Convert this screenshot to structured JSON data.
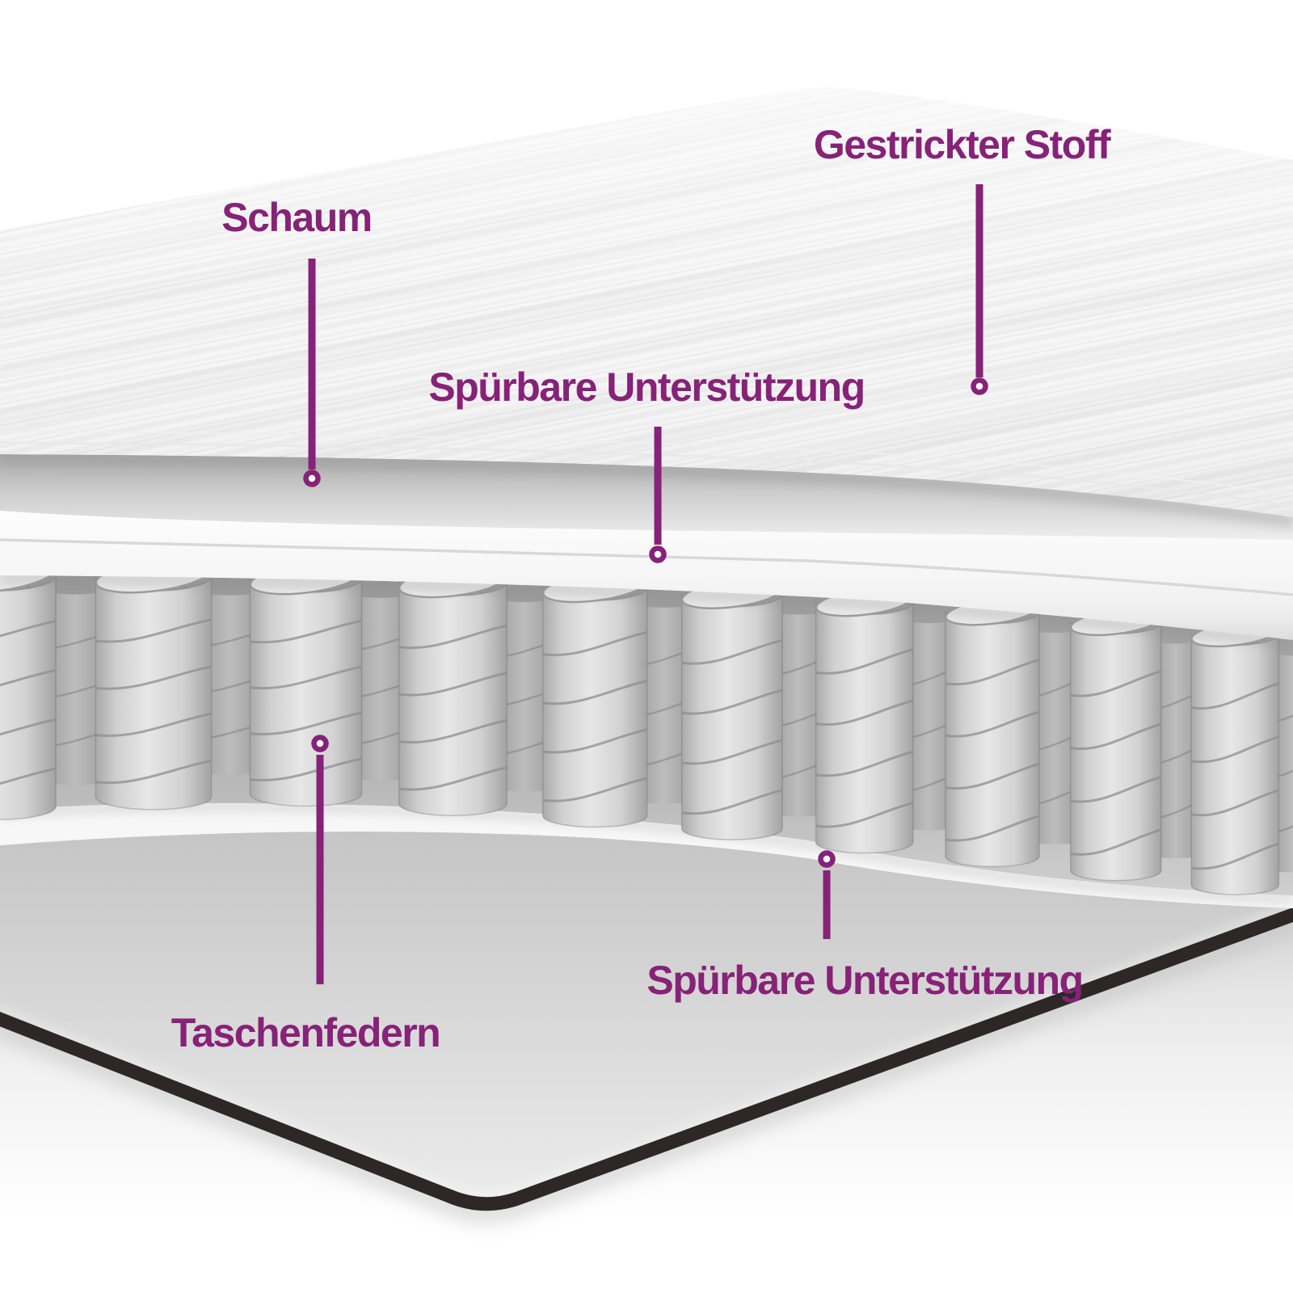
{
  "diagram": {
    "subject_labels": {
      "gestrickter_stoff": "Gestrickter Stoff",
      "schaum": "Schaum",
      "spuerbare_unterstuetzung_mitte": "Spürbare Unterstützung",
      "taschenfedern": "Taschenfedern",
      "spuerbare_unterstuetzung_unten": "Spürbare Unterstützung"
    },
    "colors": {
      "accent": "#862277",
      "background": "#ffffff",
      "mattress_edge_dark": "#2d2825",
      "spring_gray": "#c9c9c9",
      "fabric_white": "#f6f6f6"
    }
  }
}
